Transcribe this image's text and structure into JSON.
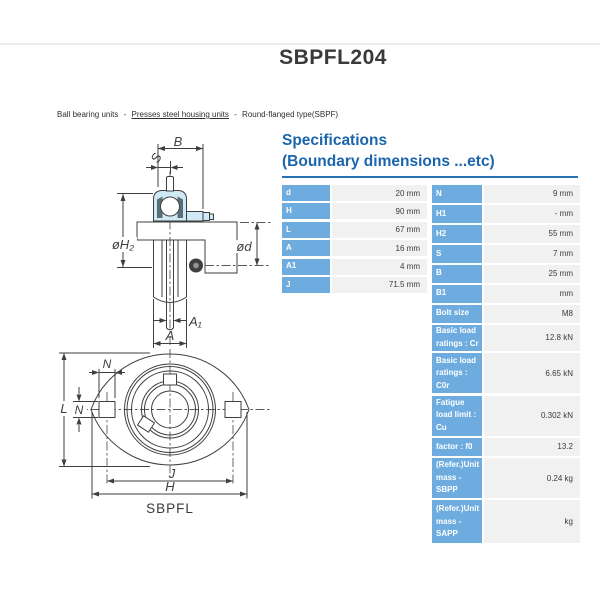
{
  "page": {
    "title": "SBPFL204"
  },
  "breadcrumb": {
    "separator": "-",
    "items": [
      {
        "label": "Ball bearing units"
      },
      {
        "label": "Presses steel housing units"
      },
      {
        "label": "Round-flanged type(SBPF)"
      }
    ]
  },
  "specs": {
    "heading_line1": "Specifications",
    "heading_line2": "(Boundary dimensions ...etc)",
    "left_table": {
      "rows": [
        {
          "label": "d",
          "value": "20 mm"
        },
        {
          "label": "H",
          "value": "90 mm"
        },
        {
          "label": "L",
          "value": "67 mm"
        },
        {
          "label": "A",
          "value": "16 mm"
        },
        {
          "label": "A1",
          "value": "4 mm"
        },
        {
          "label": "J",
          "value": "71.5 mm"
        }
      ]
    },
    "right_table": {
      "rows": [
        {
          "label": "N",
          "value": "9 mm"
        },
        {
          "label": "H1",
          "value": "- mm"
        },
        {
          "label": "H2",
          "value": "55 mm"
        },
        {
          "label": "S",
          "value": "7 mm"
        },
        {
          "label": "B",
          "value": "25 mm"
        },
        {
          "label": "B1",
          "value": "mm"
        },
        {
          "label": "Bolt size",
          "value": "M8"
        },
        {
          "label": "Basic load\nratings : Cr",
          "value": "12.8 kN"
        },
        {
          "label": "Basic load\nratings :\nC0r",
          "value": "6.65 kN"
        },
        {
          "label": "Fatigue\nload limit :\nCu",
          "value": "0.302 kN"
        },
        {
          "label": "factor : f0",
          "value": "13.2"
        },
        {
          "label": "(Refer.)Unit\nmass -\nSBPP",
          "value": "0.24 kg"
        },
        {
          "label": "(Refer.)Unit\nmass -\nSAPP",
          "value": "kg"
        }
      ]
    }
  },
  "drawing": {
    "labels": {
      "b": "B",
      "s": "S",
      "h2": "øH₂",
      "d": "ød",
      "a1": "A₁",
      "a": "A",
      "n_top": "N",
      "l": "L",
      "n_left": "N",
      "j": "J",
      "h": "H",
      "caption": "SBPFL"
    }
  },
  "colors": {
    "heading_blue": "#1b65ad",
    "underline_blue": "#2a72b5",
    "table_header_blue": "#6eacdf",
    "value_cell_gray": "#f1f1f2",
    "drawing_fill_cyan": "#cfe9f6"
  }
}
